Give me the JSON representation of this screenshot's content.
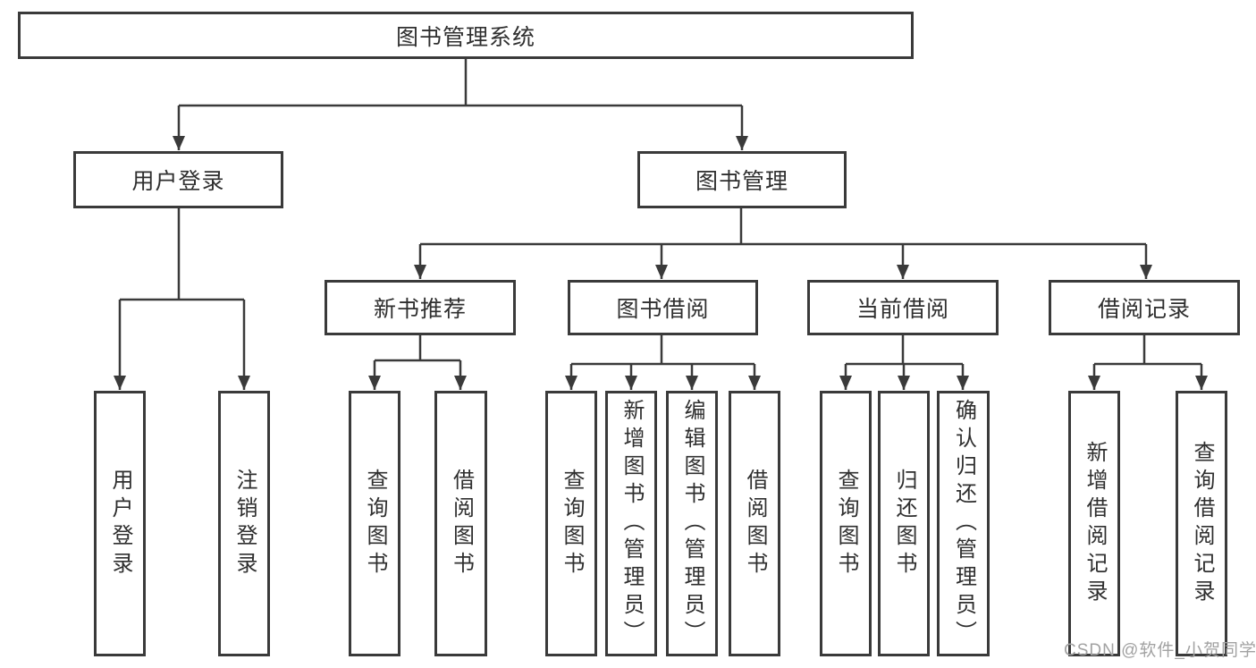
{
  "diagram": {
    "tree": {
      "root": {
        "label": "图书管理系统",
        "children": [
          {
            "label": "用户登录",
            "children": [
              {
                "label": "用户登录"
              },
              {
                "label": "注销登录"
              }
            ]
          },
          {
            "label": "图书管理",
            "children": [
              {
                "label": "新书推荐",
                "children": [
                  {
                    "label": "查询图书"
                  },
                  {
                    "label": "借阅图书"
                  }
                ]
              },
              {
                "label": "图书借阅",
                "children": [
                  {
                    "label": "查询图书"
                  },
                  {
                    "label": "新增图书（管理员）"
                  },
                  {
                    "label": "编辑图书（管理员）"
                  },
                  {
                    "label": "借阅图书"
                  }
                ]
              },
              {
                "label": "当前借阅",
                "children": [
                  {
                    "label": "查询图书"
                  },
                  {
                    "label": "归还图书"
                  },
                  {
                    "label": "确认归还（管理员）"
                  }
                ]
              },
              {
                "label": "借阅记录",
                "children": [
                  {
                    "label": "新增借阅记录"
                  },
                  {
                    "label": "查询借阅记录"
                  }
                ]
              }
            ]
          }
        ]
      }
    },
    "colors": {
      "line": "#3a3a3a",
      "text": "#2f2f2f",
      "background": "#ffffff",
      "watermark": "#a2a2a2"
    }
  },
  "watermark": {
    "text": "CSDN @软件_小贺同学"
  }
}
